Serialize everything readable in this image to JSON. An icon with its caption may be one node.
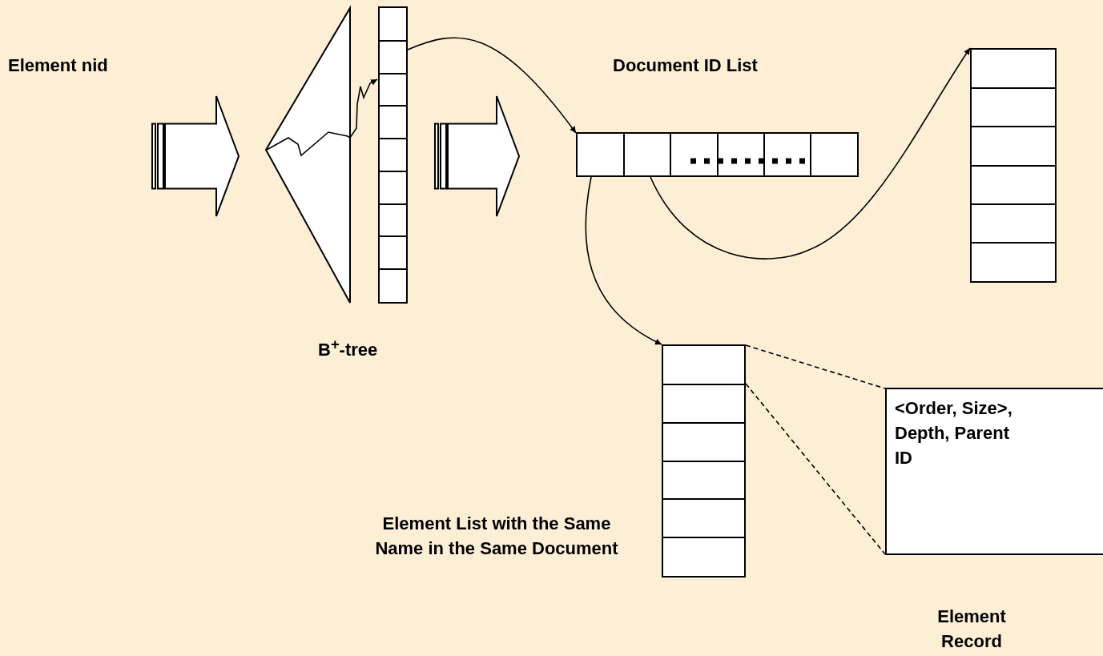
{
  "diagram": {
    "nodes": [
      {
        "text": [
          "Element nid"
        ]
      },
      {
        "text": [
          "B$^{+}$-tree"
        ]
      },
      {
        "text": [],
        "shape": "bar"
      },
      {
        "text": [
          "Document ID List"
        ]
      },
      {
        "text": [],
        "shape": "bar"
      },
      {
        "text": [
          "Element List with the Same Name in the Same Document"
        ]
      },
      {
        "text": [
          "<Order, Size>, Depth, Parent ID",
          "Element Record"
        ]
      }
    ],
    "edges": [
      {
        "from": 0,
        "to": 1,
        "arrow": "to",
        "style": "thick"
      },
      {
        "from": 1,
        "to": 2,
        "arrow": "to"
      },
      {
        "from": 2,
        "to": 3,
        "arrow": "to"
      },
      {
        "from": 2,
        "to": 3,
        "arrow": "to",
        "style": "thick"
      },
      {
        "from": 3,
        "to": 5,
        "arrow": "to"
      },
      {
        "from": 3,
        "to": 4,
        "arrow": "to"
      },
      {
        "from": 5,
        "to": 6,
        "arrow": "none",
        "style": "dashed"
      },
      {
        "from": 5,
        "to": 6,
        "arrow": "none",
        "style": "dashed"
      }
    ]
  }
}
